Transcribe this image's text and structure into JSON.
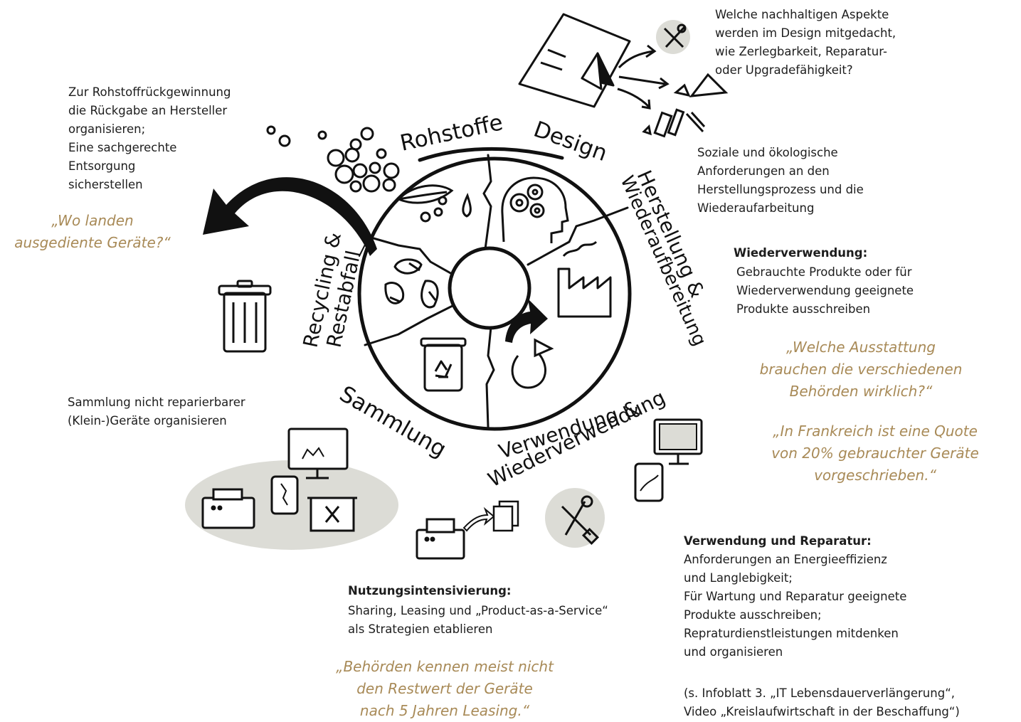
{
  "stages": {
    "rohstoffe": "Rohstoffe",
    "design": "Design",
    "herstellung": "Herstellung &",
    "wiederaufbereitung": "Wiederaufbereitung",
    "verwendung": "Verwendung &",
    "wiederverwendung": "Wiederverwendung",
    "sammlung": "Sammlung",
    "recycling": "Recycling &",
    "restabfall": "Restabfall"
  },
  "notes": {
    "design": "Welche nachhaltigen Aspekte\n      werden im Design mitgedacht,\n        wie Zerlegbarkeit, Reparatur-\n     oder Upgradefähigkeit?",
    "herstellung": "Soziale und ökologische\n  Anforderungen an den\n      Herstellungsprozess und die\n    Wiederaufarbeitung",
    "wiederverwendung_title": "Wiederverwendung:",
    "wiederverwendung_text": "Gebrauchte Produkte oder für\nWiederverwendung geeignete\nProdukte ausschreiben",
    "rohstoff": "Zur Rohstoffrückgewinnung\ndie Rückgabe an Hersteller\norganisieren;\nEine sachgerechte\nEntsorgung\nsicherstellen",
    "sammlung": "Sammlung nicht reparierbarer\n(Klein-)Geräte organisieren",
    "nutzung_title": "Nutzungsintensivierung:",
    "nutzung_text": "Sharing, Leasing und „Product-as-a-Service“\nals Strategien etablieren",
    "reparatur_title": "Verwendung und Reparatur:",
    "reparatur_text": "Anforderungen an Energieeffizienz\nund Langlebigkeit;\nFür Wartung und Reparatur geeignete\nProdukte ausschreiben;\nRepraturdienstleistungen mitdenken\nund organisieren",
    "reference": "(s. Infoblatt 3. „IT Lebensdauerverlängerung“,\nVideo „Kreislaufwirtschaft in der Beschaffung“)"
  },
  "quotes": {
    "geraete": "„Wo landen\nausgediente Geräte?“",
    "ausstattung": "„Welche Ausstattung\nbrauchen die verschiedenen\nBehörden wirklich?“",
    "frankreich": "„In Frankreich ist eine Quote\nvon 20% gebrauchter Geräte\nvorgeschrieben.“",
    "leasing": "„Behörden kennen meist nicht\nden Restwert der Geräte\nnach 5 Jahren Leasing.“"
  },
  "colors": {
    "quote": "#a88a57",
    "ink": "#111111",
    "bubble": "#dcdcd6"
  },
  "icons": [
    "leaf-icon",
    "head-gears-icon",
    "factory-icon",
    "cycle-arrow-icon",
    "recycling-bin-icon",
    "recycle-stones-icon",
    "trash-can-icon",
    "tools-icon",
    "document-pyramid-icon",
    "monitor-icon",
    "tablet-icon",
    "printer-icon"
  ]
}
